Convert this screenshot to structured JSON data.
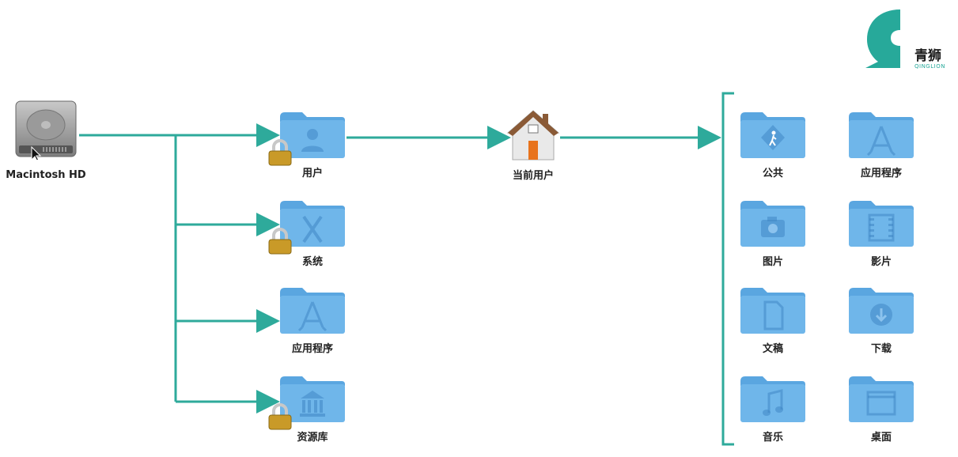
{
  "drive": {
    "label": "Macintosh HD"
  },
  "system_folders": [
    {
      "label": "用户",
      "icon": "user-silhouette-icon",
      "locked": true
    },
    {
      "label": "系统",
      "icon": "x-letter-icon",
      "locked": true
    },
    {
      "label": "应用程序",
      "icon": "app-store-a-icon",
      "locked": false
    },
    {
      "label": "资源库",
      "icon": "library-columns-icon",
      "locked": true
    }
  ],
  "home": {
    "label": "当前用户",
    "icon": "house-icon"
  },
  "user_folders": [
    {
      "label": "公共",
      "icon": "walking-person-icon"
    },
    {
      "label": "应用程序",
      "icon": "app-store-a-icon"
    },
    {
      "label": "图片",
      "icon": "camera-icon"
    },
    {
      "label": "影片",
      "icon": "film-strip-icon"
    },
    {
      "label": "文稿",
      "icon": "document-icon"
    },
    {
      "label": "下载",
      "icon": "download-arrow-icon"
    },
    {
      "label": "音乐",
      "icon": "music-note-icon"
    },
    {
      "label": "桌面",
      "icon": "desktop-window-icon"
    }
  ],
  "logo": {
    "cn": "青狮",
    "en": "QINGLION",
    "color": "#27a99a"
  },
  "colors": {
    "arrow": "#2eaa9b",
    "folder": "#6fb6ea",
    "folder_dark": "#5aa6e0"
  }
}
